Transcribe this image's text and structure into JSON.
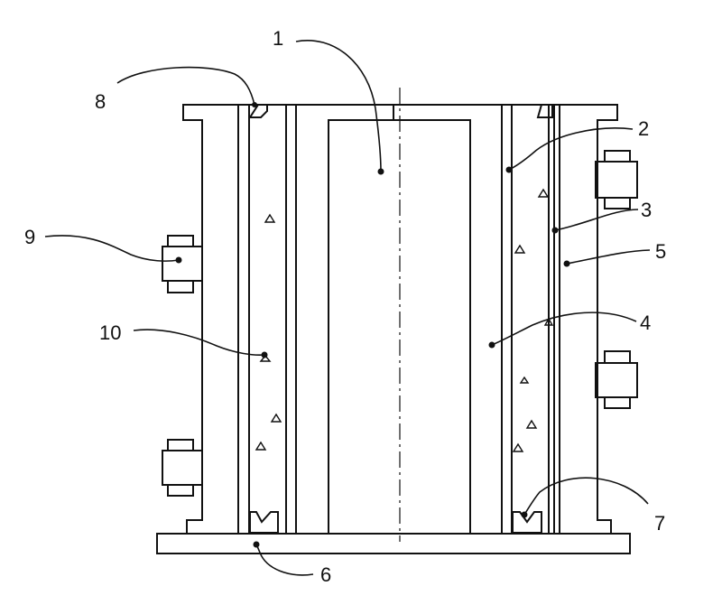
{
  "figure": {
    "labels": [
      {
        "id": "1",
        "text": "1"
      },
      {
        "id": "2",
        "text": "2"
      },
      {
        "id": "3",
        "text": "3"
      },
      {
        "id": "4",
        "text": "4"
      },
      {
        "id": "5",
        "text": "5"
      },
      {
        "id": "6",
        "text": "6"
      },
      {
        "id": "7",
        "text": "7"
      },
      {
        "id": "8",
        "text": "8"
      },
      {
        "id": "9",
        "text": "9"
      },
      {
        "id": "10",
        "text": "10"
      }
    ]
  },
  "colors": {
    "line": "#111111",
    "background": "#ffffff",
    "stipple": "#555555"
  }
}
